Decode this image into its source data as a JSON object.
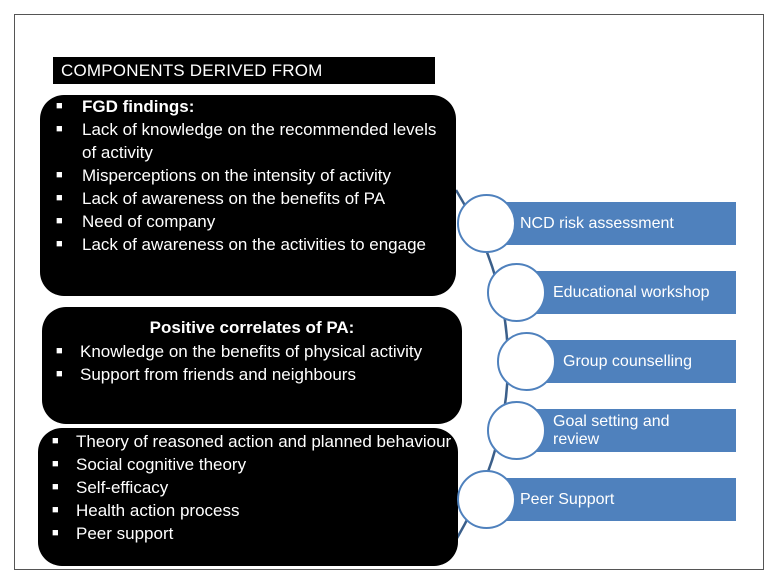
{
  "title": "COMPONENTS DERIVED FROM",
  "fgd": {
    "heading": "FGD findings:",
    "items": [
      "Lack of knowledge on the recommended levels of activity",
      "Misperceptions on the intensity of activity",
      "Lack of awareness on the benefits of PA",
      "Need of company",
      "Lack of awareness on the activities to engage"
    ]
  },
  "correlates": {
    "heading": "Positive correlates of PA:",
    "items": [
      "Knowledge on the benefits of physical activity",
      "Support from friends and neighbours"
    ]
  },
  "theories": {
    "items": [
      "Theory of reasoned action and planned behaviour",
      "Social cognitive theory",
      "Self-efficacy",
      "Health action process",
      "Peer support"
    ]
  },
  "steps": [
    "NCD risk assessment",
    "Educational workshop",
    "Group counselling",
    "Goal setting and review",
    "Peer Support"
  ],
  "colors": {
    "panel": "#000000",
    "step_fill": "#4f81bd",
    "text_light": "#ffffff"
  }
}
